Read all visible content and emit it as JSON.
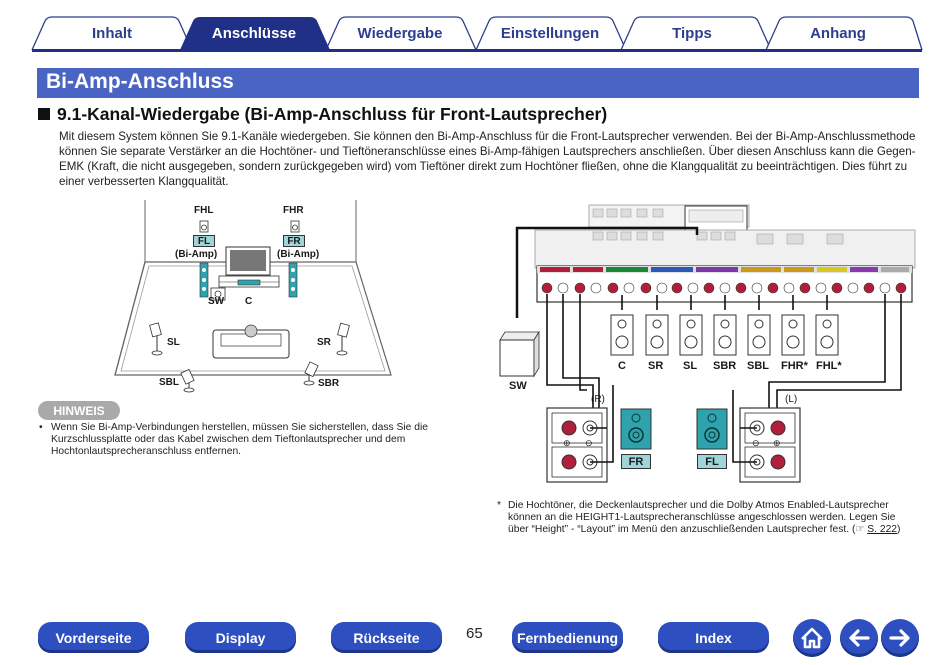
{
  "tabs": [
    {
      "label": "Inhalt",
      "active": false
    },
    {
      "label": "Anschlüsse",
      "active": true
    },
    {
      "label": "Wiedergabe",
      "active": false
    },
    {
      "label": "Einstellungen",
      "active": false
    },
    {
      "label": "Tipps",
      "active": false
    },
    {
      "label": "Anhang",
      "active": false
    }
  ],
  "page_title": "Bi-Amp-Anschluss",
  "section_heading": "9.1-Kanal-Wiedergabe (Bi-Amp-Anschluss für Front-Lautsprecher)",
  "intro_text": "Mit diesem System können Sie 9.1-Kanäle wiedergeben. Sie können den Bi-Amp-Anschluss für die Front-Lautsprecher verwenden. Bei der Bi-Amp-Anschlussmethode können Sie separate Verstärker an die Hochtöner- und Tieftöneranschlüsse eines Bi-Amp-fähigen Lautsprechers anschließen. Über diesen Anschluss kann die Gegen-EMK (Kraft, die nicht ausgegeben, sondern zurückgegeben wird) vom Tieftöner direkt zum Hochtöner fließen, ohne die Klangqualität zu beeinträchtigen. Dies führt zu einer verbesserten Klangqualität.",
  "room": {
    "fhl": "FHL",
    "fhr": "FHR",
    "fl": "FL",
    "fr": "FR",
    "biamp": "(Bi-Amp)",
    "sw": "SW",
    "c": "C",
    "sl": "SL",
    "sr": "SR",
    "sbl": "SBL",
    "sbr": "SBR"
  },
  "hinweis": {
    "badge": "HINWEIS",
    "bullet": "•",
    "text": "Wenn Sie Bi-Amp-Verbindungen herstellen, müssen Sie sicherstellen, dass Sie die Kurzschlussplatte oder das Kabel zwischen dem Tieftonlautsprecher und dem Hochtonlautsprecheranschluss entfernen."
  },
  "wiring": {
    "speakers": [
      "C",
      "SR",
      "SL",
      "SBR",
      "SBL",
      "FHR*",
      "FHL*"
    ],
    "sw": "SW",
    "right_label": "(R)",
    "left_label": "(L)",
    "fr": "FR",
    "fl": "FL",
    "plus": "⊕",
    "minus": "⊖"
  },
  "footnote": {
    "asterisk": "*",
    "text": "Die Hochtöner, die Deckenlautsprecher und die Dolby Atmos Enabled-Lautsprecher können an die HEIGHT1-Lautsprecheranschlüsse angeschlossen werden. Legen Sie über “Height” - “Layout” im Menü den anzuschließenden Lautsprecher fest. (",
    "ref_icon": "☞",
    "ref": "S. 222",
    "close": ")"
  },
  "bottom_nav": {
    "vorderseite": "Vorderseite",
    "display": "Display",
    "rueckseite": "Rückseite",
    "fernbedienung": "Fernbedienung",
    "index": "Index",
    "page_number": "65"
  },
  "colors": {
    "nav_blue": "#2d4fc0",
    "tab_dark": "#1f3086",
    "title_blue": "#4a64c4",
    "speaker_teal": "#2fa3ad",
    "terminal_red": "#b0203a"
  }
}
